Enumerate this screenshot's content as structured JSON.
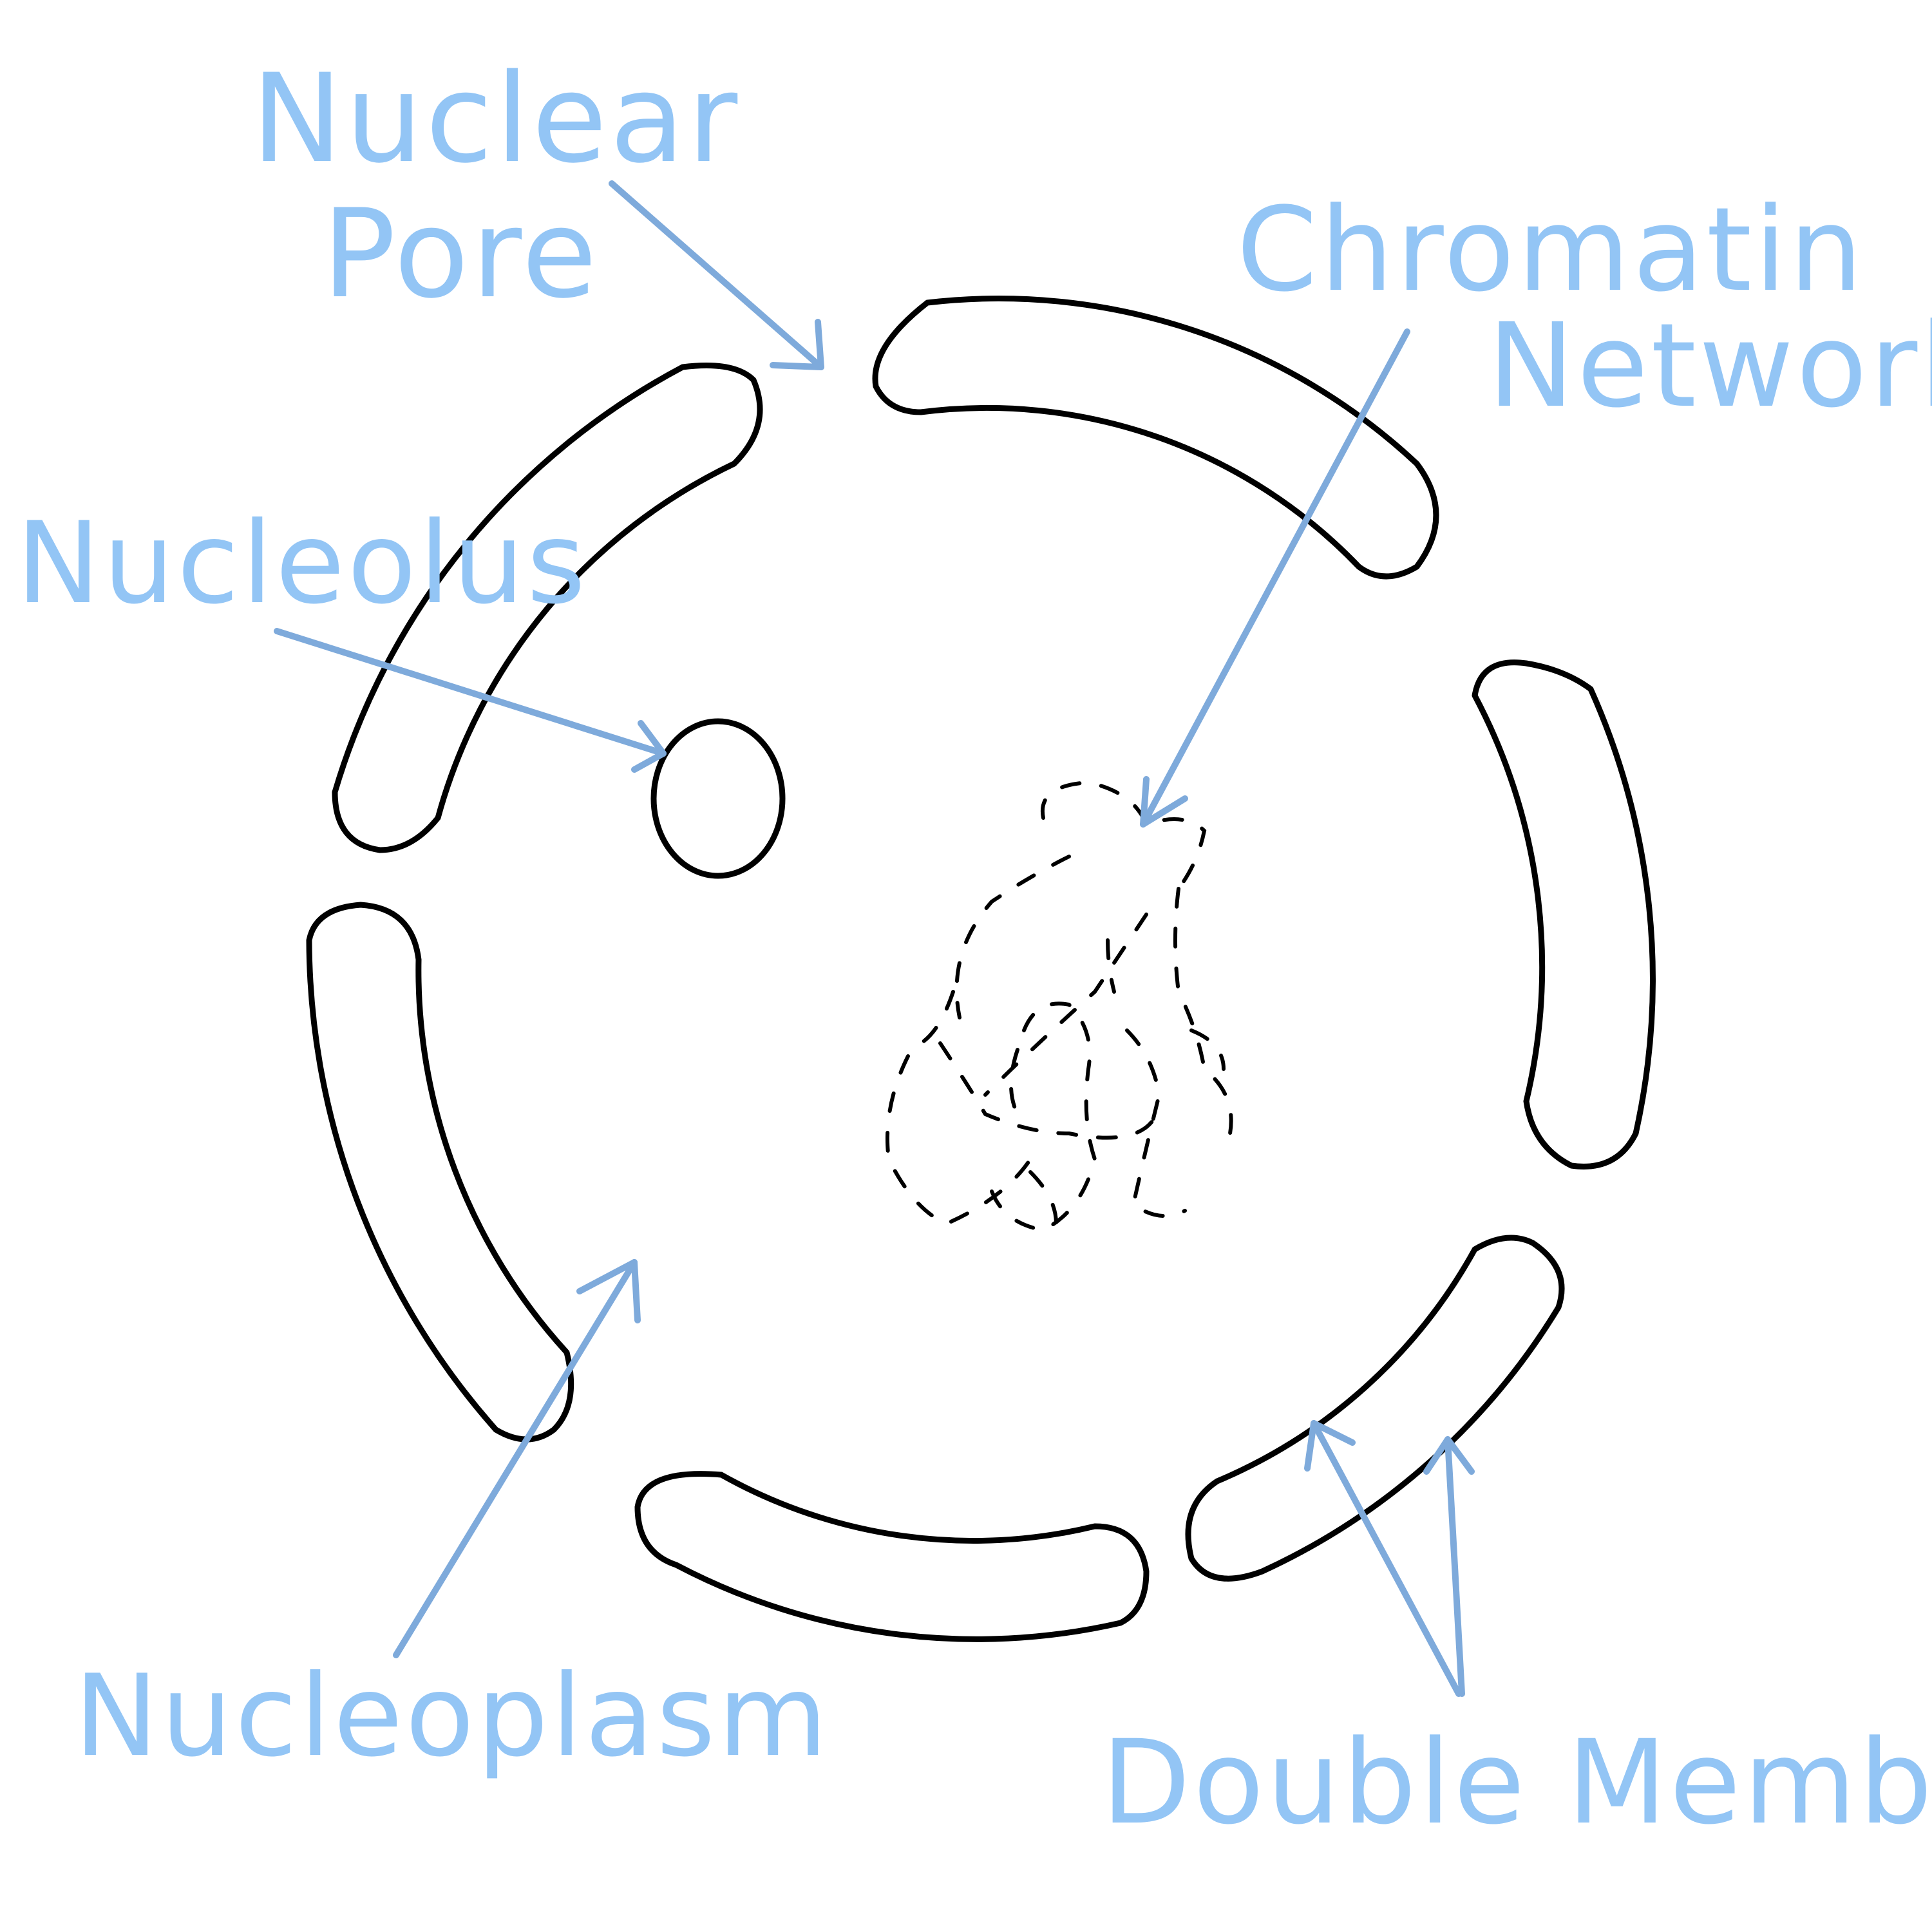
{
  "colors": {
    "background": "#ffffff",
    "outline": "#000000",
    "label": "#93c5f5",
    "arrow": "#7eaadb"
  },
  "labels": {
    "nuclear_pore_line1": "Nuclear",
    "nuclear_pore_line2": "Pore",
    "chromatin_line1": "Chromatin",
    "chromatin_line2": "Network",
    "nucleolus": "Nucleolus",
    "nucleoplasm": "Nucleoplasm",
    "double_membrane": "Double Membrane"
  }
}
